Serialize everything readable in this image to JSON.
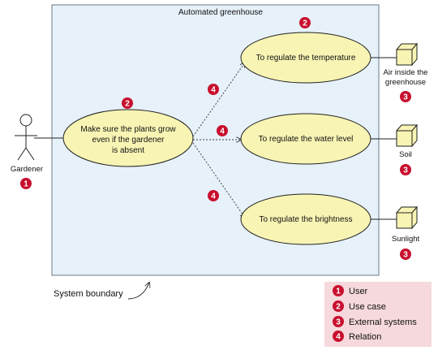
{
  "system": {
    "title": "Automated greenhouse",
    "boundary_label": "System boundary"
  },
  "actor": {
    "name": "Gardener",
    "badge": "1"
  },
  "main_use_case": {
    "lines": [
      "Make sure the plants grow",
      "even if the gardener",
      "is absent"
    ],
    "badge": "2"
  },
  "use_cases": [
    {
      "label": "To regulate the temperature",
      "relation_badge": "4"
    },
    {
      "label": "To regulate the water level",
      "relation_badge": "4"
    },
    {
      "label": "To regulate the brightness",
      "relation_badge": "4"
    }
  ],
  "use_case_badge": "2",
  "external_systems": [
    {
      "lines": [
        "Air inside the",
        "greenhouse"
      ],
      "badge": "3"
    },
    {
      "lines": [
        "Soil"
      ],
      "badge": "3"
    },
    {
      "lines": [
        "Sunlight"
      ],
      "badge": "3"
    }
  ],
  "legend": [
    {
      "badge": "1",
      "label": "User"
    },
    {
      "badge": "2",
      "label": "Use case"
    },
    {
      "badge": "3",
      "label": "External systems"
    },
    {
      "badge": "4",
      "label": "Relation"
    }
  ],
  "colors": {
    "boundary_fill": "#e6f1f9",
    "use_case_fill": "#f8f4b4",
    "box_fill": "#f8f4b4",
    "badge": "#c8102e",
    "legend_bg": "#f6d9dc"
  }
}
